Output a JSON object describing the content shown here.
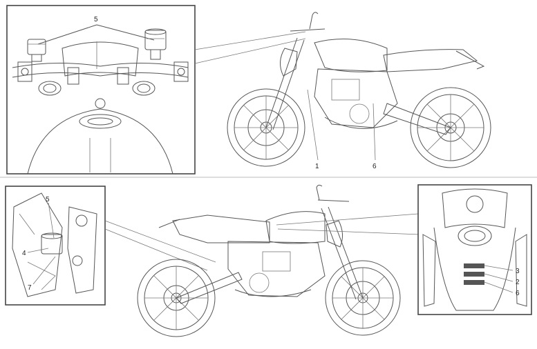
{
  "callouts": {
    "top_inset_5": "5",
    "top_bike_1": "1",
    "top_bike_6": "6",
    "bl_inset_5": "5",
    "bl_inset_4": "4",
    "bl_inset_7": "7",
    "br_inset_3": "3",
    "br_inset_2": "2",
    "br_inset_6": "6"
  },
  "icons": {
    "motorcycle": "motorcycle-side-view",
    "handlebar": "handlebar-reservoirs",
    "tank": "fuel-tank-labels"
  }
}
